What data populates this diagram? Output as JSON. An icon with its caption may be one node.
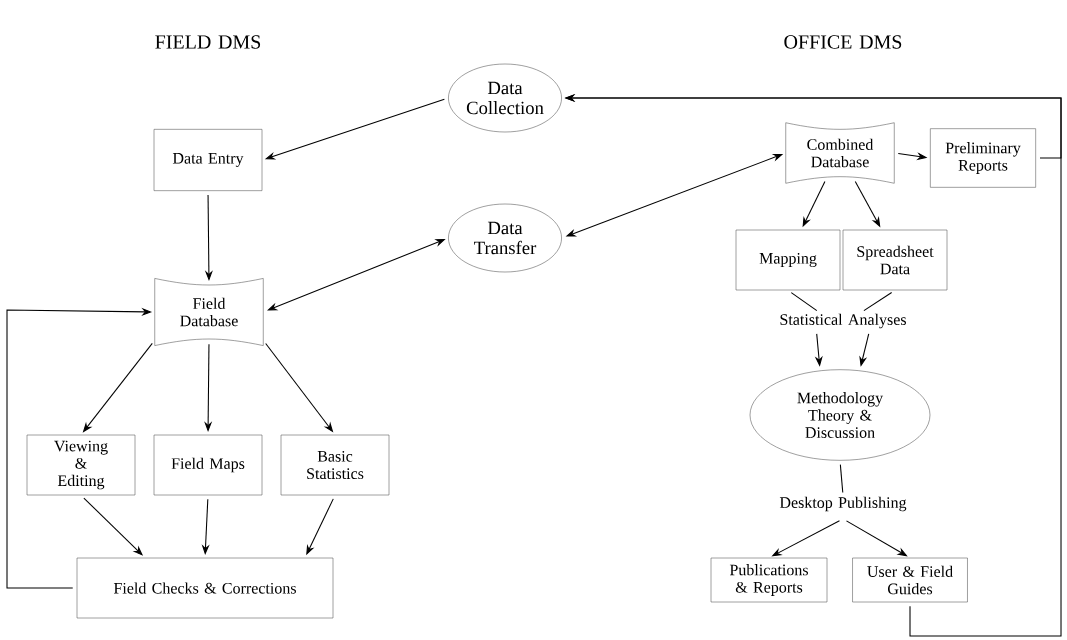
{
  "diagram": {
    "nodes": [
      {
        "text": [
          "Data Collection"
        ]
      },
      {
        "text": [
          "Data Entry"
        ]
      },
      {
        "text": [
          "Data Transfer"
        ]
      },
      {
        "text": [
          "Field Database"
        ]
      },
      {
        "text": [
          "Viewing & Editing"
        ]
      },
      {
        "text": [
          "Field Maps"
        ]
      },
      {
        "text": [
          "Basic Statistics"
        ]
      },
      {
        "text": [
          "Field Checks & Corrections"
        ]
      },
      {
        "text": [
          "Combined Database"
        ]
      },
      {
        "text": [
          "Preliminary Reports"
        ]
      },
      {
        "text": [
          "Mapping"
        ]
      },
      {
        "text": [
          "Spreadsheet Data"
        ]
      },
      {
        "text": [
          "Statistical Analyses"
        ]
      },
      {
        "text": [
          "Methodology Theory & Discussion"
        ]
      },
      {
        "text": [
          "Desktop Publishing"
        ]
      },
      {
        "text": [
          "Publications & Reports"
        ]
      },
      {
        "text": [
          "User & Field Guides"
        ]
      }
    ],
    "edges": [
      {
        "from": 0,
        "to": 1,
        "arrow": "to"
      },
      {
        "from": 1,
        "to": 3,
        "arrow": "to"
      },
      {
        "from": 3,
        "to": 2,
        "arrow": "both"
      },
      {
        "from": 2,
        "to": 8,
        "arrow": "both"
      },
      {
        "from": 3,
        "to": 4,
        "arrow": "to"
      },
      {
        "from": 3,
        "to": 5,
        "arrow": "to"
      },
      {
        "from": 3,
        "to": 6,
        "arrow": "to"
      },
      {
        "from": 4,
        "to": 7,
        "arrow": "to"
      },
      {
        "from": 5,
        "to": 7,
        "arrow": "to"
      },
      {
        "from": 6,
        "to": 7,
        "arrow": "to"
      },
      {
        "from": 7,
        "to": 3,
        "arrow": "to"
      },
      {
        "from": 8,
        "to": 9,
        "arrow": "to"
      },
      {
        "from": 9,
        "to": 0,
        "arrow": "to"
      },
      {
        "from": 16,
        "to": 0,
        "arrow": "to"
      },
      {
        "from": 8,
        "to": 10,
        "arrow": "to"
      },
      {
        "from": 8,
        "to": 11,
        "arrow": "to"
      },
      {
        "from": 10,
        "to": 12,
        "arrow": "none"
      },
      {
        "from": 11,
        "to": 12,
        "arrow": "none"
      },
      {
        "from": 12,
        "to": 13,
        "arrow": "to"
      },
      {
        "from": 12,
        "to": 13,
        "arrow": "to"
      },
      {
        "from": 13,
        "to": 14,
        "arrow": "none"
      },
      {
        "from": 14,
        "to": 15,
        "arrow": "to"
      },
      {
        "from": 14,
        "to": 16,
        "arrow": "to"
      }
    ],
    "labels": [
      "FIELD DMS",
      "OFFICE DMS"
    ]
  }
}
